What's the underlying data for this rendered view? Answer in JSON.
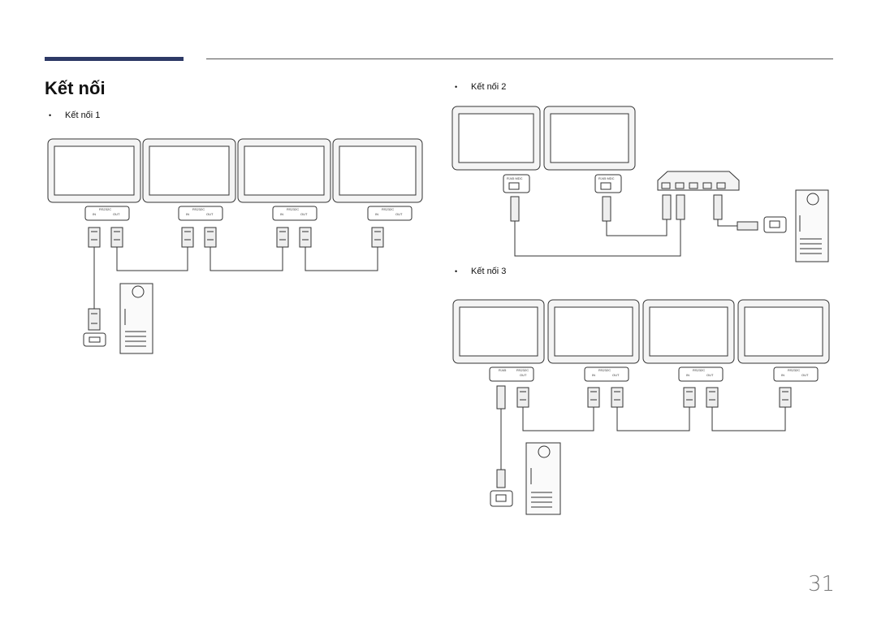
{
  "page": {
    "title": "Kết nối",
    "page_number": "31",
    "accent_color": "#2e3a66"
  },
  "sections": [
    {
      "label": "Kết nối 1"
    },
    {
      "label": "Kết nối 2"
    },
    {
      "label": "Kết nối 3"
    }
  ],
  "ports": {
    "rs232c": "RS232C",
    "in": "IN",
    "out": "OUT",
    "rj45_mdc": "RJ45 MDC",
    "rj45": "RJ45"
  },
  "icons": {
    "display": "display-monitor-icon",
    "pc": "pc-tower-icon",
    "hub": "network-hub-icon",
    "serial": "d-sub-connector-icon",
    "lan": "rj45-connector-icon"
  }
}
